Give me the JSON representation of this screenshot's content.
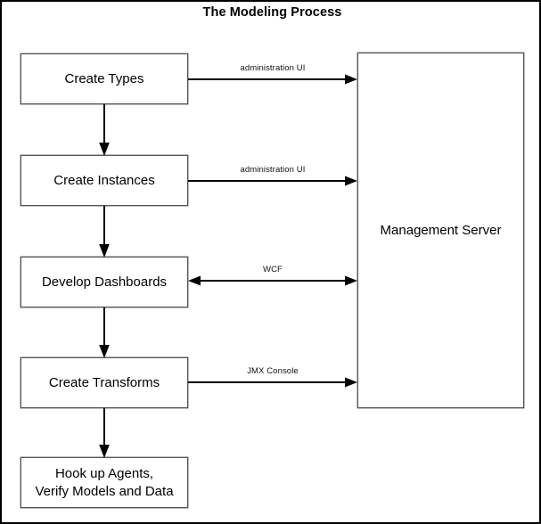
{
  "diagram": {
    "title": "The Modeling Process",
    "frame_border_color": "#000000",
    "box_border_color": "#555555",
    "line_color": "#000000",
    "background": "#ffffff"
  },
  "process_boxes": [
    {
      "id": "create-types",
      "label": "Create Types"
    },
    {
      "id": "create-instances",
      "label": "Create Instances"
    },
    {
      "id": "develop-dashboards",
      "label": "Develop Dashboards"
    },
    {
      "id": "create-transforms",
      "label": "Create Transforms"
    },
    {
      "id": "hook-up-agents",
      "label": "Hook up Agents,\nVerify Models and Data"
    }
  ],
  "server": {
    "label": "Management Server"
  },
  "connections": [
    {
      "id": "create-types-to-server",
      "label": "administration UI",
      "direction": "right"
    },
    {
      "id": "create-instances-to-server",
      "label": "administration UI",
      "direction": "right"
    },
    {
      "id": "develop-dashboards-to-server",
      "label": "WCF",
      "direction": "both"
    },
    {
      "id": "create-transforms-to-server",
      "label": "JMX Console",
      "direction": "right"
    }
  ],
  "flow_arrows": [
    {
      "id": "types-to-instances"
    },
    {
      "id": "instances-to-dashboards"
    },
    {
      "id": "dashboards-to-transforms"
    },
    {
      "id": "transforms-to-agents"
    }
  ]
}
